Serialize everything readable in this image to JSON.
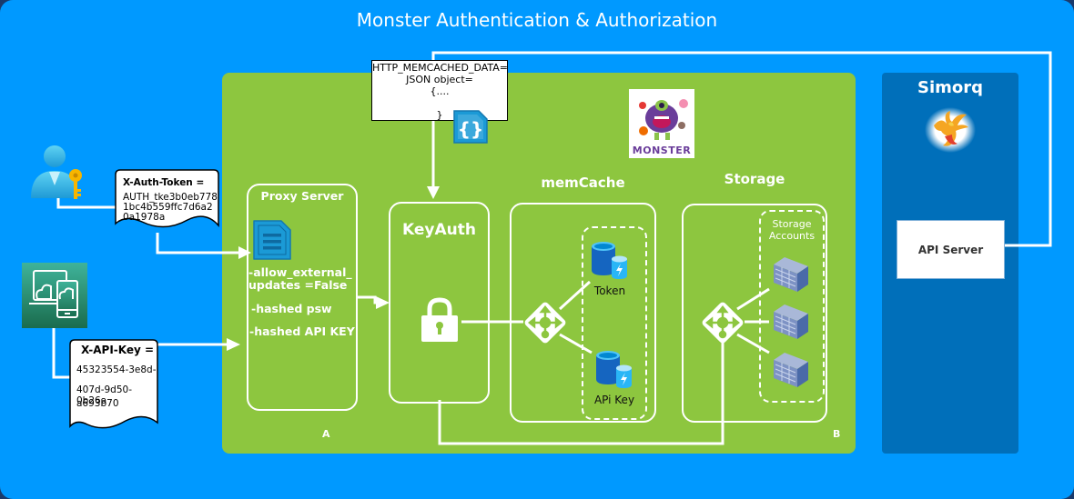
{
  "title": "Monster Authentication & Authorization",
  "colors": {
    "background": "#0099ff",
    "main_panel": "#8dc63f",
    "simorq_panel": "#006fba",
    "line": "#ffffff",
    "icon_blue": "#1b9ad6"
  },
  "clients": {
    "user": {
      "icon": "user-key-icon"
    },
    "device": {
      "icon": "cloud-devices-icon"
    }
  },
  "auth_token_doc": {
    "heading": "X-Auth-Token =",
    "lines": [
      "AUTH_tke3b0eb778",
      "1bc4b559ffc7d6a2",
      "0a1978a"
    ]
  },
  "api_key_doc": {
    "heading": "X-API-Key =",
    "lines": [
      "45323554-3e8d-",
      "407d-9d50-0b26a",
      "a693b70"
    ]
  },
  "memcached_note": {
    "lines": [
      "HTTP_MEMCACHED_DATA=",
      "JSON object=",
      "{....",
      "",
      "}"
    ],
    "icon": "json-file-icon"
  },
  "proxy_server": {
    "title": "Proxy Server",
    "icon": "document-icon",
    "settings": [
      "-allow_external_",
      "updates =False",
      "-hashed psw",
      "-hashed API KEY"
    ],
    "zone_label": "A"
  },
  "keyauth": {
    "title": "KeyAuth",
    "icon": "lock-icon"
  },
  "memcache": {
    "title": "memCache",
    "stores": [
      "Token",
      "APi Key"
    ]
  },
  "storage": {
    "title": "Storage",
    "group_label_line1": "Storage",
    "group_label_line2": "Accounts",
    "accounts_count": 3,
    "zone_label": "B"
  },
  "monster_logo": {
    "label": "MONSTER"
  },
  "simorq": {
    "title": "Simorq",
    "logo": "phoenix-logo",
    "api_server": "API Server"
  }
}
